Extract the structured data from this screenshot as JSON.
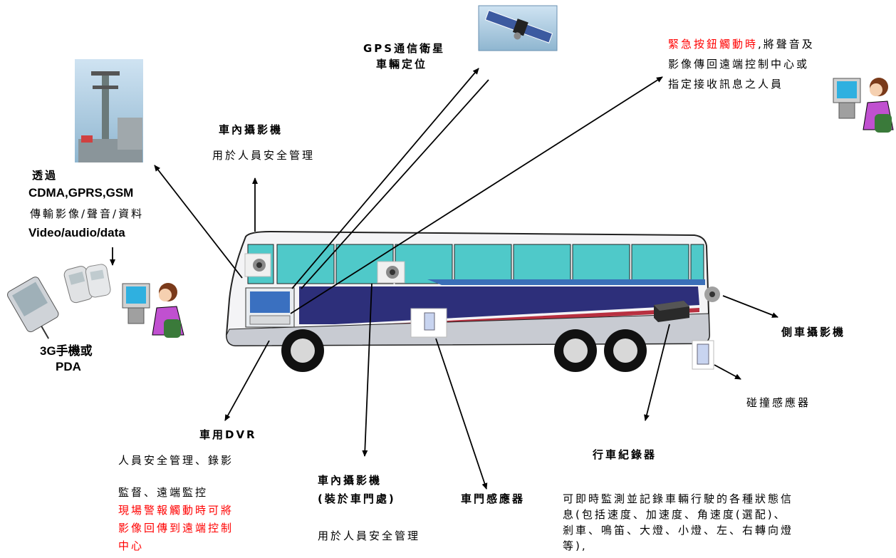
{
  "labels": {
    "gps": [
      "GPS通信衛星",
      "車輛定位"
    ],
    "emergency": {
      "red_part": "緊急按鈕觸動時",
      "line1_rest": ",將聲音及",
      "line2": "影像傳回遠端控制中心或",
      "line3": "指定接收訊息之人員"
    },
    "cam_top": {
      "title": "車內攝影機",
      "desc": "用於人員安全管理"
    },
    "network": {
      "line1": "透過",
      "line2": "CDMA,GPRS,GSM",
      "line3": "傳輸影像/聲音/資料",
      "line4": "Video/audio/data"
    },
    "mobile": [
      "3G手機或",
      "PDA"
    ],
    "side_cam": "側車攝影機",
    "collision": "碰撞感應器",
    "dvr": {
      "title": "車用DVR",
      "line1": "人員安全管理、錄影",
      "line2": "監督、遠端監控",
      "red_lines": [
        "現場警報觸動時可將",
        "影像回傳到遠端控制",
        "中心"
      ]
    },
    "door_cam": {
      "title1": "車內攝影機",
      "title2": "(裝於車門處)",
      "desc": "用於人員安全管理"
    },
    "door_sensor": "車門感應器",
    "recorder": {
      "title": "行車紀錄器",
      "lines": [
        "可即時監測並記錄車輛行駛的各種狀態信",
        "息(包括速度、加速度、角速度(選配)、",
        "剎車、鳴笛、大燈、小燈、左、右轉向燈",
        "等),"
      ]
    }
  },
  "colors": {
    "bus_window": "#4fc9c9",
    "bus_stripe_navy": "#2d2f7a",
    "bus_stripe_red": "#b83040",
    "bus_lower": "#c8cbd2",
    "person_shirt": "#c050d0"
  },
  "icons": [
    "satellite-icon",
    "cell-tower-icon",
    "camera-icon",
    "dvr-monitor-icon",
    "pda-icon",
    "phone-icon",
    "operator-icon",
    "sensor-icon",
    "recorder-box-icon",
    "bus-illustration"
  ]
}
